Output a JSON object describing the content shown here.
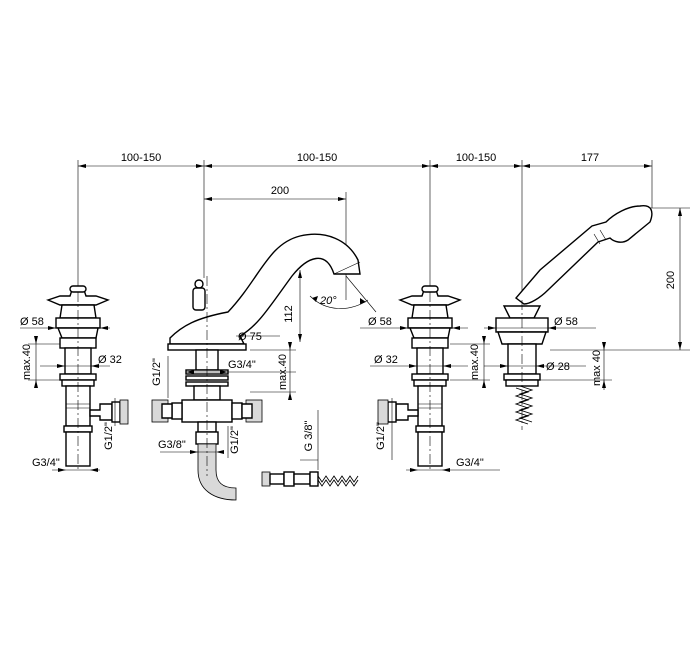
{
  "dimensions": {
    "top_spacing_1": "100-150",
    "top_spacing_2": "100-150",
    "top_spacing_3": "100-150",
    "handshower_length": "177",
    "spout_reach": "200",
    "handshower_height": "200",
    "spout_height": "112",
    "spout_angle": "20°",
    "spout_base_diameter": "Ø 75",
    "left_handle_diameter": "Ø 58",
    "left_shank_diameter": "Ø 32",
    "left_max_deck": "max.40",
    "left_thread_outlet": "G1/2\"",
    "left_thread_inlet": "G3/4\"",
    "spout_max_deck": "max.40",
    "spout_thread_main": "G3/4\"",
    "spout_thread_side": "G1/2\"",
    "spout_thread_lower": "G1/2\"",
    "spout_thread_bottom": "G3/8\"",
    "hose_thread": "G 3/8\"",
    "right_handle_diameter": "Ø 58",
    "right_shank_diameter": "Ø 32",
    "right_max_deck": "max.40",
    "right_thread_outlet": "G1/2\"",
    "right_thread_inlet": "G3/4\"",
    "shower_holder_diameter": "Ø 58",
    "shower_shank_diameter": "Ø 28",
    "shower_max_deck": "max 40"
  }
}
